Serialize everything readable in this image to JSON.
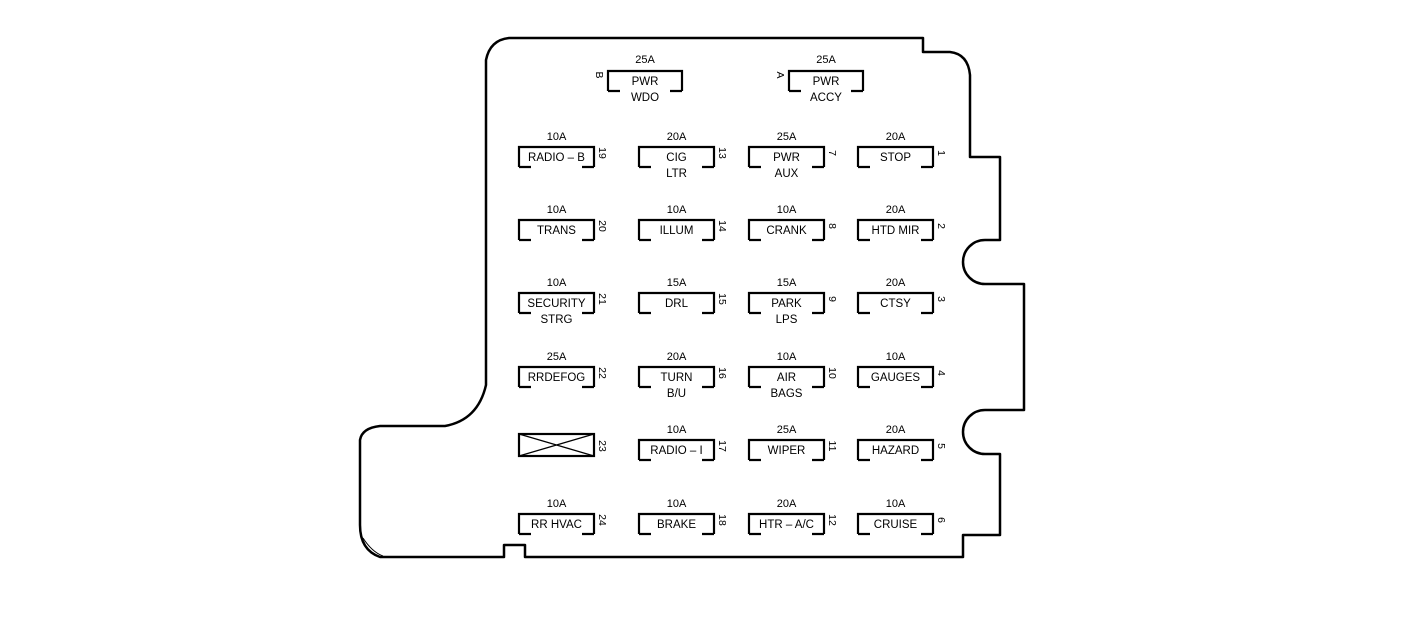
{
  "diagram": {
    "title": "",
    "colors": {
      "line": "#000000",
      "background": "#ffffff"
    },
    "top_fuses": [
      {
        "letter": "B",
        "amps": "25A",
        "label": "PWR",
        "sublabel": "WDO"
      },
      {
        "letter": "A",
        "amps": "25A",
        "label": "PWR",
        "sublabel": "ACCY"
      }
    ],
    "fuses": [
      {
        "num": "19",
        "amps": "10A",
        "label": "RADIO – B",
        "sublabel": ""
      },
      {
        "num": "13",
        "amps": "20A",
        "label": "CIG",
        "sublabel": "LTR"
      },
      {
        "num": "7",
        "amps": "25A",
        "label": "PWR",
        "sublabel": "AUX"
      },
      {
        "num": "1",
        "amps": "20A",
        "label": "STOP",
        "sublabel": ""
      },
      {
        "num": "20",
        "amps": "10A",
        "label": "TRANS",
        "sublabel": ""
      },
      {
        "num": "14",
        "amps": "10A",
        "label": "ILLUM",
        "sublabel": ""
      },
      {
        "num": "8",
        "amps": "10A",
        "label": "CRANK",
        "sublabel": ""
      },
      {
        "num": "2",
        "amps": "20A",
        "label": "HTD MIR",
        "sublabel": ""
      },
      {
        "num": "21",
        "amps": "10A",
        "label": "SECURITY",
        "sublabel": "STRG"
      },
      {
        "num": "15",
        "amps": "15A",
        "label": "DRL",
        "sublabel": ""
      },
      {
        "num": "9",
        "amps": "15A",
        "label": "PARK",
        "sublabel": "LPS"
      },
      {
        "num": "3",
        "amps": "20A",
        "label": "CTSY",
        "sublabel": ""
      },
      {
        "num": "22",
        "amps": "25A",
        "label": "RRDEFOG",
        "sublabel": ""
      },
      {
        "num": "16",
        "amps": "20A",
        "label": "TURN",
        "sublabel": "B/U"
      },
      {
        "num": "10",
        "amps": "10A",
        "label": "AIR",
        "sublabel": "BAGS"
      },
      {
        "num": "4",
        "amps": "10A",
        "label": "GAUGES",
        "sublabel": ""
      },
      {
        "num": "23",
        "amps": "",
        "label": "",
        "sublabel": "",
        "empty": true
      },
      {
        "num": "17",
        "amps": "10A",
        "label": "RADIO – I",
        "sublabel": ""
      },
      {
        "num": "11",
        "amps": "25A",
        "label": "WIPER",
        "sublabel": ""
      },
      {
        "num": "5",
        "amps": "20A",
        "label": "HAZARD",
        "sublabel": ""
      },
      {
        "num": "24",
        "amps": "10A",
        "label": "RR HVAC",
        "sublabel": ""
      },
      {
        "num": "18",
        "amps": "10A",
        "label": "BRAKE",
        "sublabel": ""
      },
      {
        "num": "12",
        "amps": "20A",
        "label": "HTR – A/C",
        "sublabel": ""
      },
      {
        "num": "6",
        "amps": "10A",
        "label": "CRUISE",
        "sublabel": ""
      }
    ]
  }
}
